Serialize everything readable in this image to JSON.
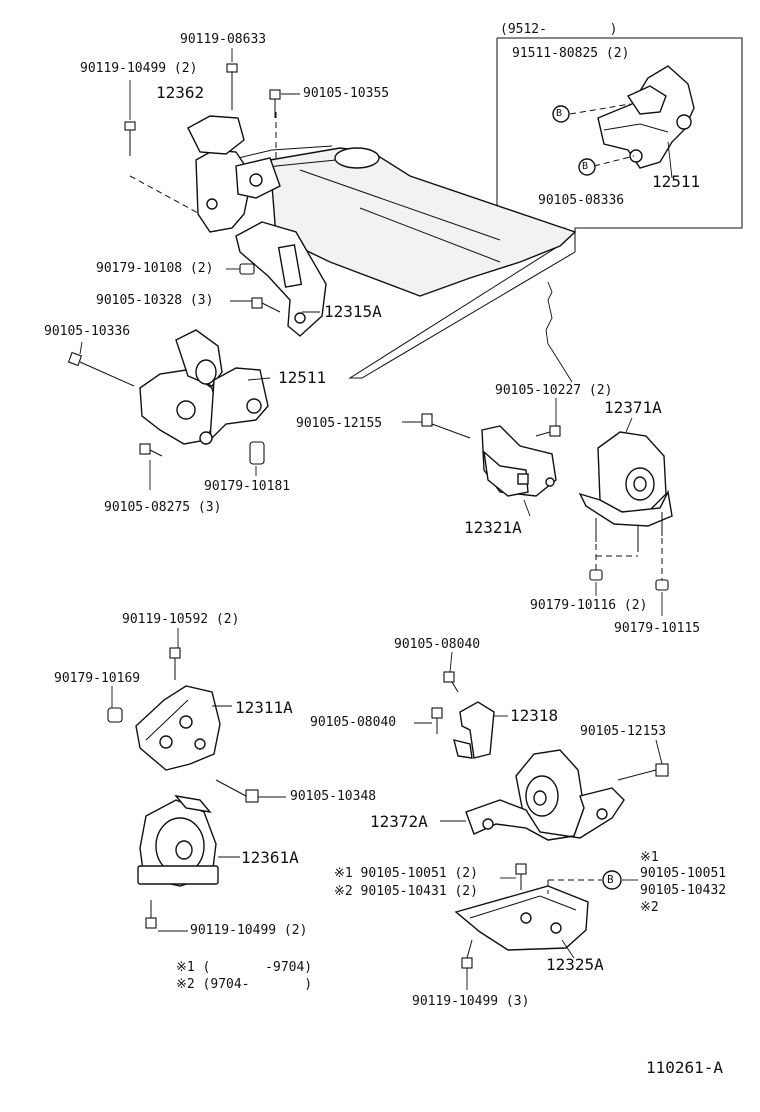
{
  "labels": {
    "p90119_08633": "90119-08633",
    "p90119_10499_a": "90119-10499 (2)",
    "p12362": "12362",
    "p90105_10355": "90105-10355",
    "p90179_10108": "90179-10108 (2)",
    "p90105_10328": "90105-10328 (3)",
    "p12315A": "12315A",
    "p90105_10336": "90105-10336",
    "p12511_main": "12511",
    "p90179_10181": "90179-10181",
    "p90105_08275": "90105-08275 (3)",
    "p90105_10227": "90105-10227 (2)",
    "p12371A": "12371A",
    "p90105_12155": "90105-12155",
    "p12321A": "12321A",
    "p90179_10116": "90179-10116 (2)",
    "p90179_10115": "90179-10115",
    "p90119_10592": "90119-10592 (2)",
    "p90179_10169": "90179-10169",
    "p12311A": "12311A",
    "p90105_08040_a": "90105-08040",
    "p90105_08040_b": "90105-08040",
    "p12318": "12318",
    "p90105_12153": "90105-12153",
    "p90105_10348": "90105-10348",
    "p12372A": "12372A",
    "p12361A": "12361A",
    "note1_parts": "※1 90105-10051 (2)",
    "note2_parts": "※2 90105-10431 (2)",
    "r_note1": "※1",
    "r_90105_10051": "90105-10051",
    "r_90105_10432": "90105-10432",
    "r_note2": "※2",
    "p90119_10499_b": "90119-10499 (2)",
    "p12325A": "12325A",
    "p90119_10499_c": "90119-10499 (3)",
    "legend1": "※1 (       -9704)",
    "legend2": "※2 (9704-       )",
    "inset_date": "(9512-        )",
    "inset_91511": "91511-80825 (2)",
    "inset_12511": "12511",
    "inset_90105_08336": "90105-08336",
    "callout_B": "B",
    "figure_id": "110261-A"
  }
}
